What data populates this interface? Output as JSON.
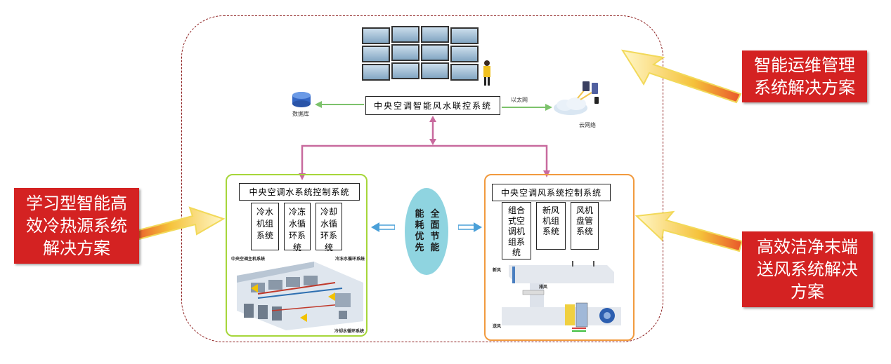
{
  "colors": {
    "red_label": "#d42222",
    "green_frame": "#a6d63a",
    "orange_frame": "#f19a3e",
    "connector": "#c86a9e",
    "dash_border": "#8b1a1a",
    "ellipse": "#8fd4e0",
    "arrow_green": "#7cc26b",
    "arrow_blue": "#4aa0d8"
  },
  "labels": {
    "top_right": "智能运维管理系统解决方案",
    "left": "学习型智能高效冷热源系统解决方案",
    "bottom_right": "高效洁净末端送风系统解决方案"
  },
  "top": {
    "main_system": "中央空调智能风水联控系统",
    "database": "数据库",
    "ethernet": "以太网",
    "cloud": "云网络"
  },
  "water": {
    "title": "中央空调水系统控制系统",
    "boxes": [
      "冷水机组系统",
      "冷冻水循环系统",
      "冷却水循环系统"
    ],
    "img_label_left": "中央空调主机系统",
    "img_label_right": "冷冻水循环系统",
    "img_label_bottom": "冷却水循环系统"
  },
  "center": {
    "left_col": "能耗优先",
    "right_col": "全面节能"
  },
  "air": {
    "title": "中央空调风系统控制系统",
    "boxes": [
      "组合式空调机组系统",
      "新风机组系统",
      "风机盘管系统"
    ],
    "diagram_labels": [
      "新风",
      "排风",
      "送风"
    ]
  },
  "icons": [
    "database-icon",
    "cloud-network-icon",
    "video-wall-icon",
    "tablet-icon"
  ]
}
